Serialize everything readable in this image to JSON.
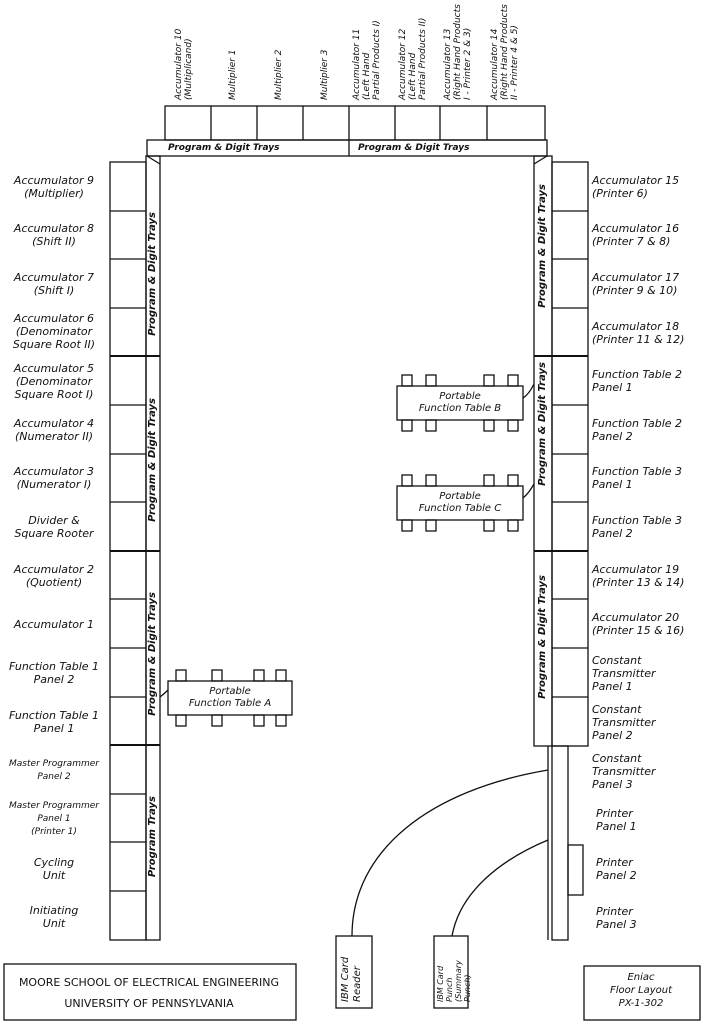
{
  "top_units": [
    "Accumulator 10\n(Multiplicand)",
    "Multiplier 1",
    "Multiplier 2",
    "Multiplier 3",
    "Accumulator 11\n(Left Hand\nPartial Products I)",
    "Accumulator 12\n(Left Hand\nPartial Products II)",
    "Accumulator 13\n(Right Hand Products\nI - Printer 2 & 3)",
    "Accumulator 14\n(Right Hand Products\nII - Printer 4 & 5)"
  ],
  "top_trays": [
    "Program & Digit Trays",
    "Program & Digit Trays"
  ],
  "left_units": [
    "Accumulator 9\n(Multiplier)",
    "Accumulator 8\n(Shift II)",
    "Accumulator 7\n(Shift I)",
    "Accumulator 6\n(Denominator\nSquare Root II)",
    "Accumulator 5\n(Denominator\nSquare Root I)",
    "Accumulator 4\n(Numerator II)",
    "Accumulator 3\n(Numerator I)",
    "Divider &\nSquare Rooter",
    "Accumulator 2\n(Quotient)",
    "Accumulator 1",
    "Function Table 1\nPanel 2",
    "Function Table 1\nPanel 1",
    "Master Programmer\nPanel 2",
    "Master Programmer\nPanel 1\n(Printer 1)",
    "Cycling\nUnit",
    "Initiating\nUnit"
  ],
  "left_trays": [
    "Program & Digit Trays",
    "Program & Digit Trays",
    "Program & Digit Trays",
    "Program Trays"
  ],
  "right_units": [
    "Accumulator 15\n(Printer 6)",
    "Accumulator 16\n(Printer 7 & 8)",
    "Accumulator 17\n(Printer 9 & 10)",
    "Accumulator 18\n(Printer 11 & 12)",
    "Function Table 2\nPanel 1",
    "Function Table 2\nPanel 2",
    "Function Table 3\nPanel 1",
    "Function Table 3\nPanel 2",
    "Accumulator 19\n(Printer 13 & 14)",
    "Accumulator 20\n(Printer 15 & 16)",
    "Constant\nTransmitter\nPanel 1",
    "Constant\nTransmitter\nPanel 2",
    "Constant\nTransmitter\nPanel 3",
    "Printer\nPanel 1",
    "Printer\nPanel 2",
    "Printer\nPanel 3"
  ],
  "right_trays": [
    "Program & Digit Trays",
    "Program & Digit Trays",
    "Program & Digit Trays"
  ],
  "portable_tables": [
    "Portable\nFunction Table A",
    "Portable\nFunction Table B",
    "Portable\nFunction Table C"
  ],
  "ibm_card_reader": "IBM Card\nReader",
  "ibm_card_punch": "IBM Card\nPunch\n(Summary\nPunch)",
  "institution": {
    "line1": "MOORE SCHOOL OF ELECTRICAL ENGINEERING",
    "line2": "UNIVERSITY OF PENNSYLVANIA"
  },
  "drawing": {
    "title1": "Eniac",
    "title2": "Floor Layout",
    "number": "PX-1-302"
  },
  "colors": {
    "ink": "#111111",
    "paper": "#ffffff"
  }
}
